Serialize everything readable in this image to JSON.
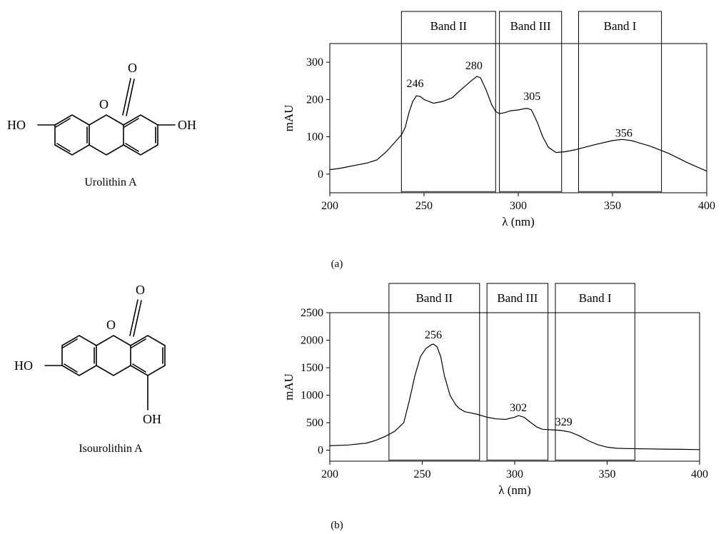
{
  "panels": [
    {
      "compound": {
        "name": "Urolithin A",
        "substituents": {
          "left": "HO",
          "right": "OH",
          "ring_oxygen": "O",
          "carbonyl_oxygen": "O"
        }
      },
      "panel_label": "(a)",
      "chart_data": {
        "type": "line",
        "xlabel": "λ (nm)",
        "ylabel": "mAU",
        "xlim": [
          200,
          400
        ],
        "ylim": [
          -50,
          350
        ],
        "xticks": [
          200,
          250,
          300,
          350,
          400
        ],
        "yticks": [
          0,
          100,
          200,
          300
        ],
        "grid": false,
        "bands": [
          {
            "label": "Band II",
            "x": [
              238,
              288
            ]
          },
          {
            "label": "Band III",
            "x": [
              290,
              323
            ]
          },
          {
            "label": "Band I",
            "x": [
              332,
              376
            ]
          }
        ],
        "peaks": [
          {
            "label": "246",
            "x": 246,
            "y": 210
          },
          {
            "label": "280",
            "x": 278,
            "y": 262
          },
          {
            "label": "305",
            "x": 305,
            "y": 176
          },
          {
            "label": "356",
            "x": 356,
            "y": 93
          }
        ],
        "series": [
          {
            "x": [
              200,
              205,
              210,
              215,
              220,
              225,
              230,
              235,
              238,
              240,
              242,
              244,
              246,
              248,
              250,
              255,
              260,
              265,
              270,
              275,
              278,
              280,
              283,
              286,
              288,
              290,
              293,
              296,
              300,
              303,
              305,
              307,
              310,
              313,
              316,
              320,
              325,
              330,
              340,
              350,
              355,
              360,
              370,
              380,
              390,
              400
            ],
            "y": [
              12,
              15,
              20,
              25,
              30,
              38,
              60,
              88,
              105,
              125,
              165,
              195,
              210,
              208,
              200,
              190,
              195,
              205,
              228,
              250,
              262,
              258,
              225,
              185,
              168,
              162,
              165,
              170,
              172,
              175,
              176,
              172,
              140,
              100,
              72,
              58,
              60,
              65,
              78,
              90,
              93,
              90,
              75,
              55,
              30,
              8
            ]
          }
        ]
      }
    },
    {
      "compound": {
        "name": "Isourolithin A",
        "substituents": {
          "left": "HO",
          "right": "OH",
          "ring_oxygen": "O",
          "carbonyl_oxygen": "O"
        }
      },
      "panel_label": "(b)",
      "chart_data": {
        "type": "line",
        "xlabel": "λ (nm)",
        "ylabel": "mAU",
        "xlim": [
          200,
          400
        ],
        "ylim": [
          -200,
          2500
        ],
        "xticks": [
          200,
          250,
          300,
          350,
          400
        ],
        "yticks": [
          0,
          500,
          1000,
          1500,
          2000,
          2500
        ],
        "grid": false,
        "bands": [
          {
            "label": "Band II",
            "x": [
              232,
              281
            ]
          },
          {
            "label": "Band III",
            "x": [
              285,
              318
            ]
          },
          {
            "label": "Band I",
            "x": [
              322,
              365
            ]
          }
        ],
        "peaks": [
          {
            "label": "256",
            "x": 256,
            "y": 1930
          },
          {
            "label": "302",
            "x": 302,
            "y": 630
          },
          {
            "label": "329",
            "x": 325,
            "y": 370
          }
        ],
        "series": [
          {
            "x": [
              200,
              210,
              220,
              225,
              230,
              235,
              240,
              243,
              246,
              249,
              252,
              255,
              256,
              258,
              260,
              262,
              265,
              268,
              270,
              273,
              276,
              280,
              285,
              290,
              295,
              300,
              302,
              305,
              308,
              312,
              315,
              320,
              325,
              330,
              335,
              340,
              345,
              350,
              355,
              360,
              370,
              380,
              390,
              400
            ],
            "y": [
              80,
              95,
              130,
              180,
              250,
              340,
              500,
              900,
              1350,
              1700,
              1850,
              1920,
              1930,
              1880,
              1700,
              1350,
              1000,
              830,
              760,
              700,
              680,
              650,
              600,
              570,
              560,
              600,
              630,
              600,
              520,
              420,
              380,
              370,
              360,
              330,
              260,
              170,
              100,
              55,
              35,
              30,
              25,
              20,
              15,
              10
            ]
          }
        ]
      }
    }
  ]
}
